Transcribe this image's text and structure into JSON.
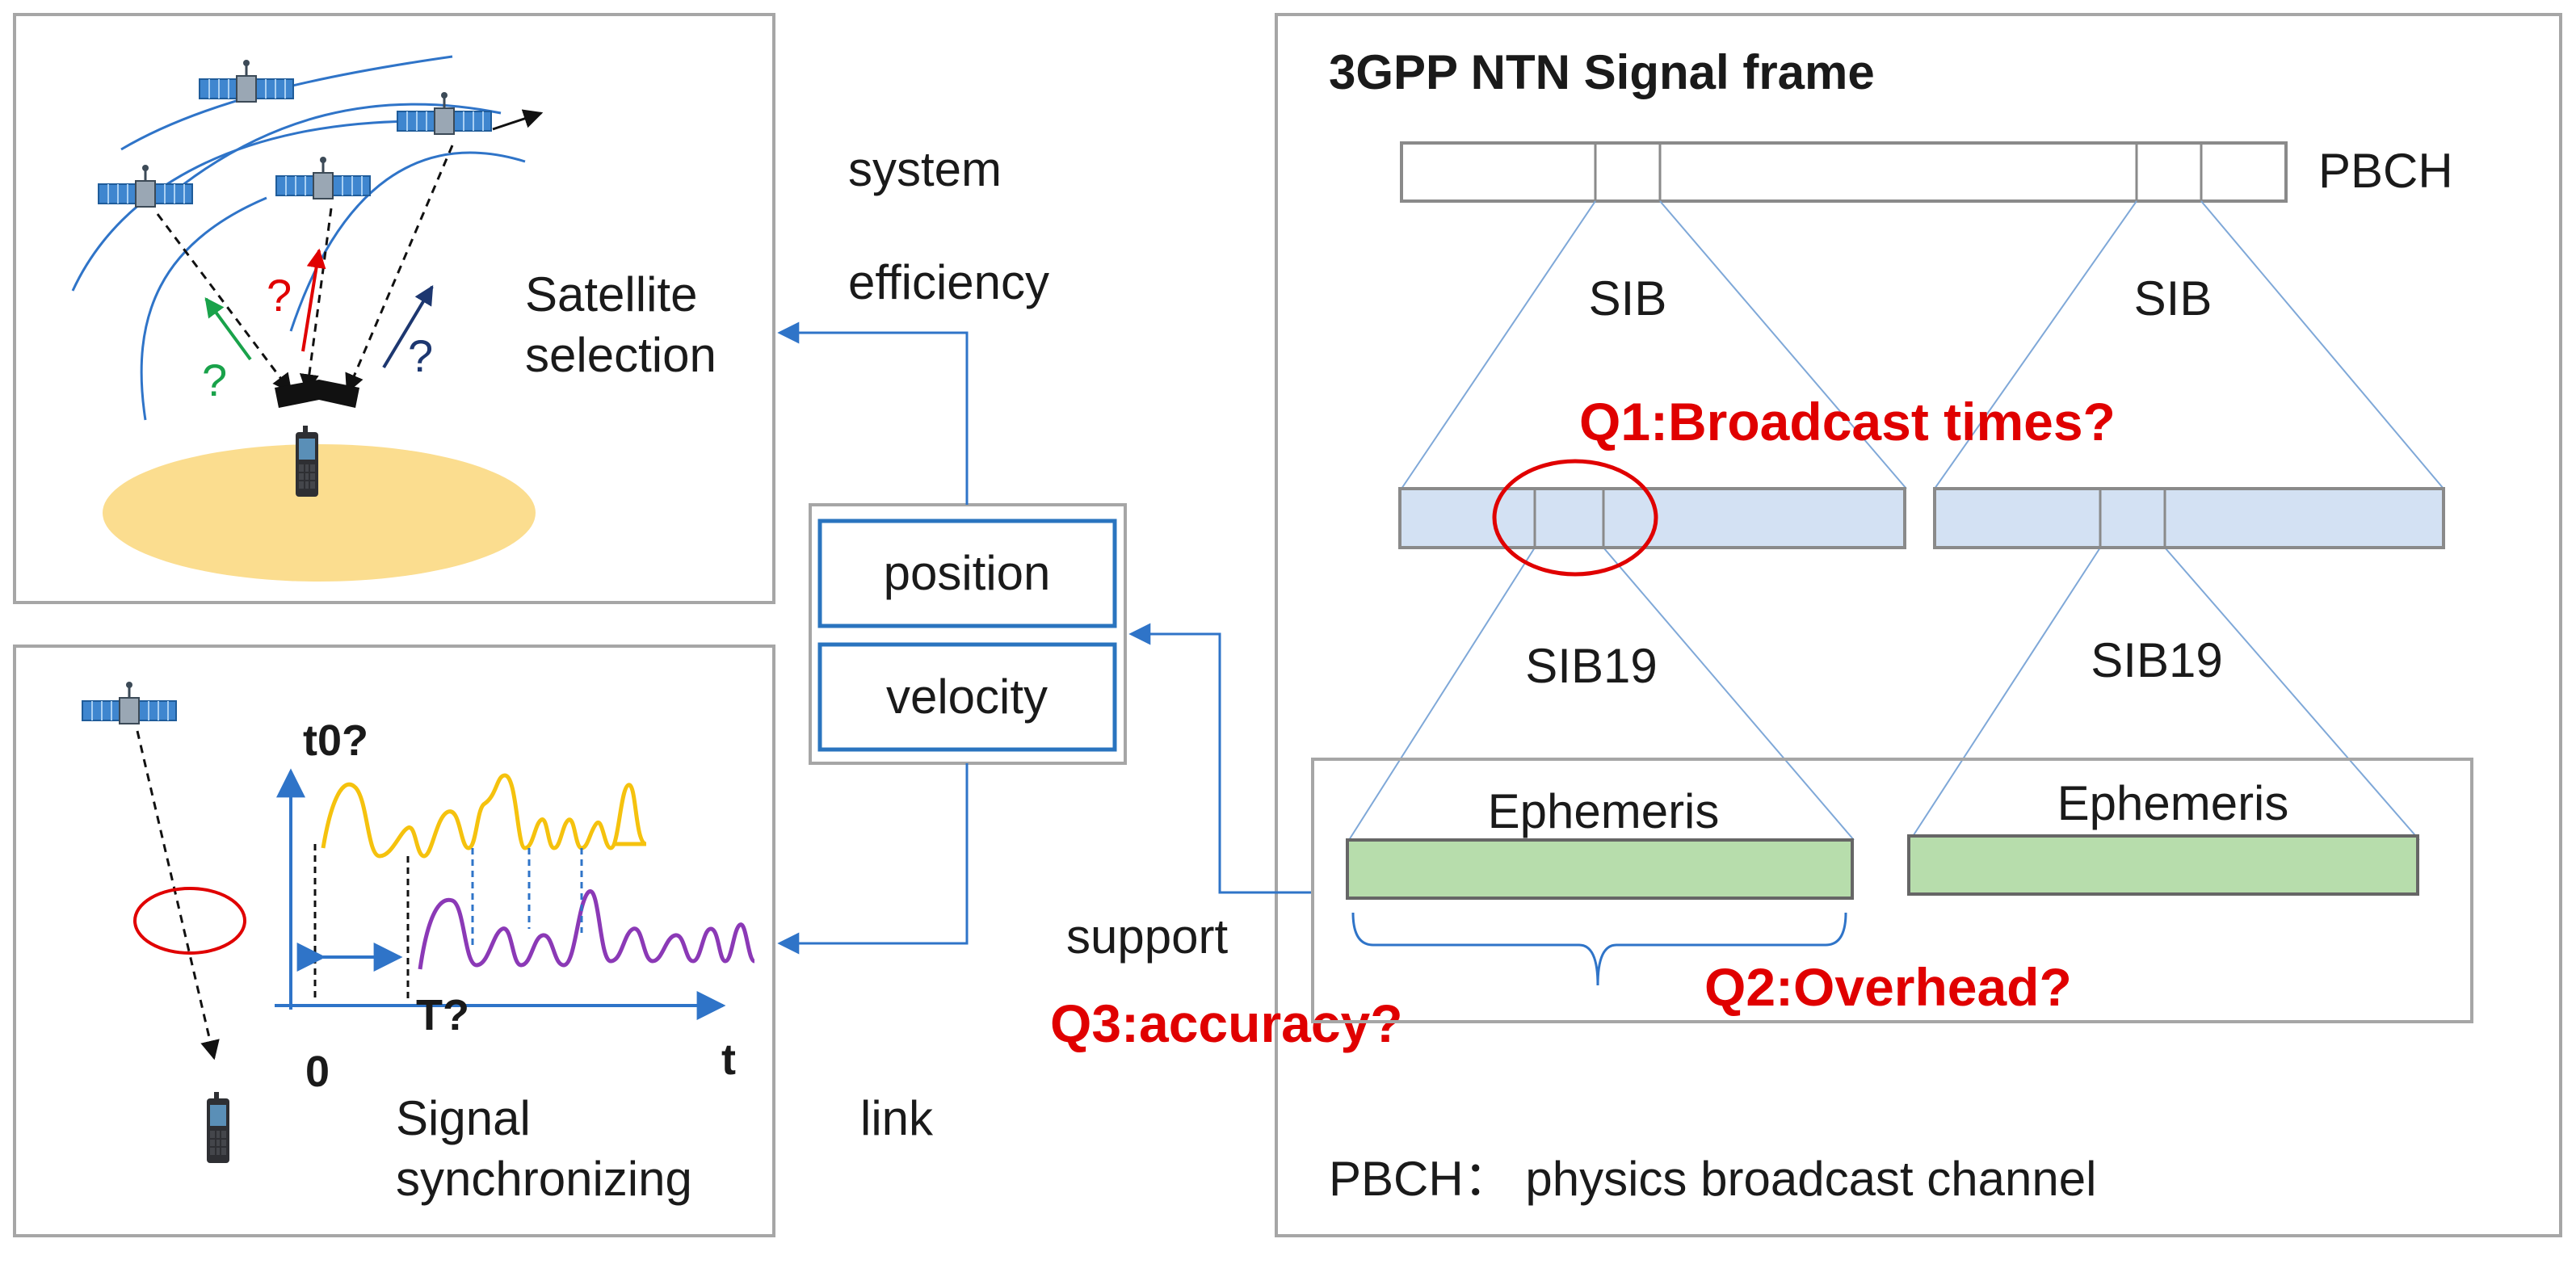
{
  "colors": {
    "panel_border": "#a6a6a6",
    "arrow_blue": "#2f74c8",
    "accent_red": "#e00000",
    "sib_fill": "#d3e1f3",
    "ephemeris_fill": "#b7ddac",
    "ground_ellipse": "#fbdd8f",
    "wave_yellow": "#f5c20e",
    "wave_purple": "#8b39b6",
    "box_blue_border": "#2a74bf"
  },
  "top_left": {
    "selection_line1": "Satellite",
    "selection_line2": "selection",
    "q_green": "?",
    "q_red": "?",
    "q_navy": "?"
  },
  "bottom_left": {
    "t0_label": "t0?",
    "t_label": "T?",
    "zero_label": "0",
    "time_axis_label": "t",
    "sync_line1": "Signal",
    "sync_line2": "synchronizing"
  },
  "middle": {
    "system_label": "system",
    "efficiency_label": "efficiency",
    "position_label": "position",
    "velocity_label": "velocity",
    "support_label": "support",
    "q3_label": "Q3:accuracy?",
    "link_label": "link"
  },
  "right_panel": {
    "title": "3GPP NTN Signal frame",
    "pbch_label": "PBCH",
    "sib_left": "SIB",
    "sib_right": "SIB",
    "q1_label": "Q1:Broadcast times?",
    "sib19_left": "SIB19",
    "sib19_right": "SIB19",
    "ephemeris_left": "Ephemeris",
    "ephemeris_right": "Ephemeris",
    "q2_label": "Q2:Overhead?",
    "footnote": "PBCH：  physics broadcast channel"
  },
  "icons": [
    "satellite-icon",
    "phone-icon",
    "arrow-icon"
  ]
}
